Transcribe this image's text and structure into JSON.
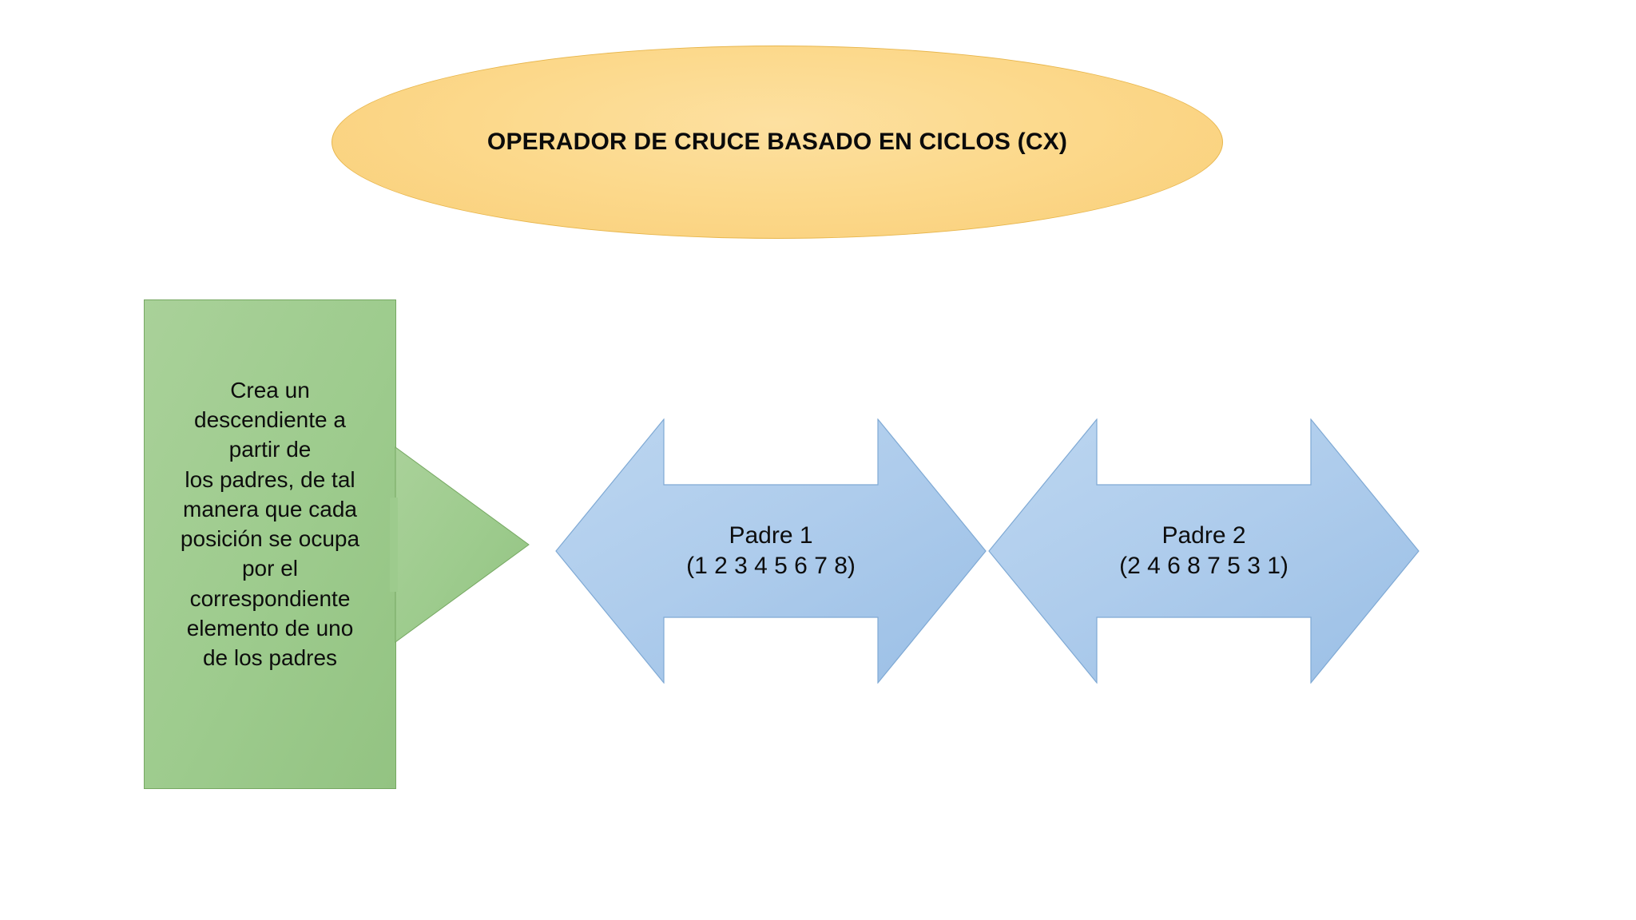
{
  "slide": {
    "title": "OPERADOR DE CRUCE BASADO EN CICLOS (CX)",
    "background_color": "#FFFFFF"
  },
  "title_shape": {
    "label": "OPERADOR DE CRUCE BASADO EN CICLOS (CX)",
    "shape": "ellipse",
    "fill_color": "#FCD98C",
    "border_color": "#E8B64C",
    "text_color": "#0B0B0B"
  },
  "description_callout": {
    "shape": "right-arrow-callout",
    "fill_color": "#9DCB8D",
    "border_color": "#76A862",
    "text": "Crea un\ndescendiente a\npartir de\nlos padres, de tal\nmanera que cada\nposición se ocupa\npor el\ncorrespondiente\nelemento de uno\nde los padres"
  },
  "parents": [
    {
      "name": "Padre 1",
      "permutation": "(1 2 3 4 5 6 7 8)",
      "values": [
        1,
        2,
        3,
        4,
        5,
        6,
        7,
        8
      ],
      "shape": "left-right-arrow",
      "fill_color": "#AECCEC",
      "border_color": "#7FA9D4"
    },
    {
      "name": "Padre 2",
      "permutation": "(2 4 6 8 7 5 3 1)",
      "values": [
        2,
        4,
        6,
        8,
        7,
        5,
        3,
        1
      ],
      "shape": "left-right-arrow",
      "fill_color": "#AECCEC",
      "border_color": "#7FA9D4"
    }
  ]
}
